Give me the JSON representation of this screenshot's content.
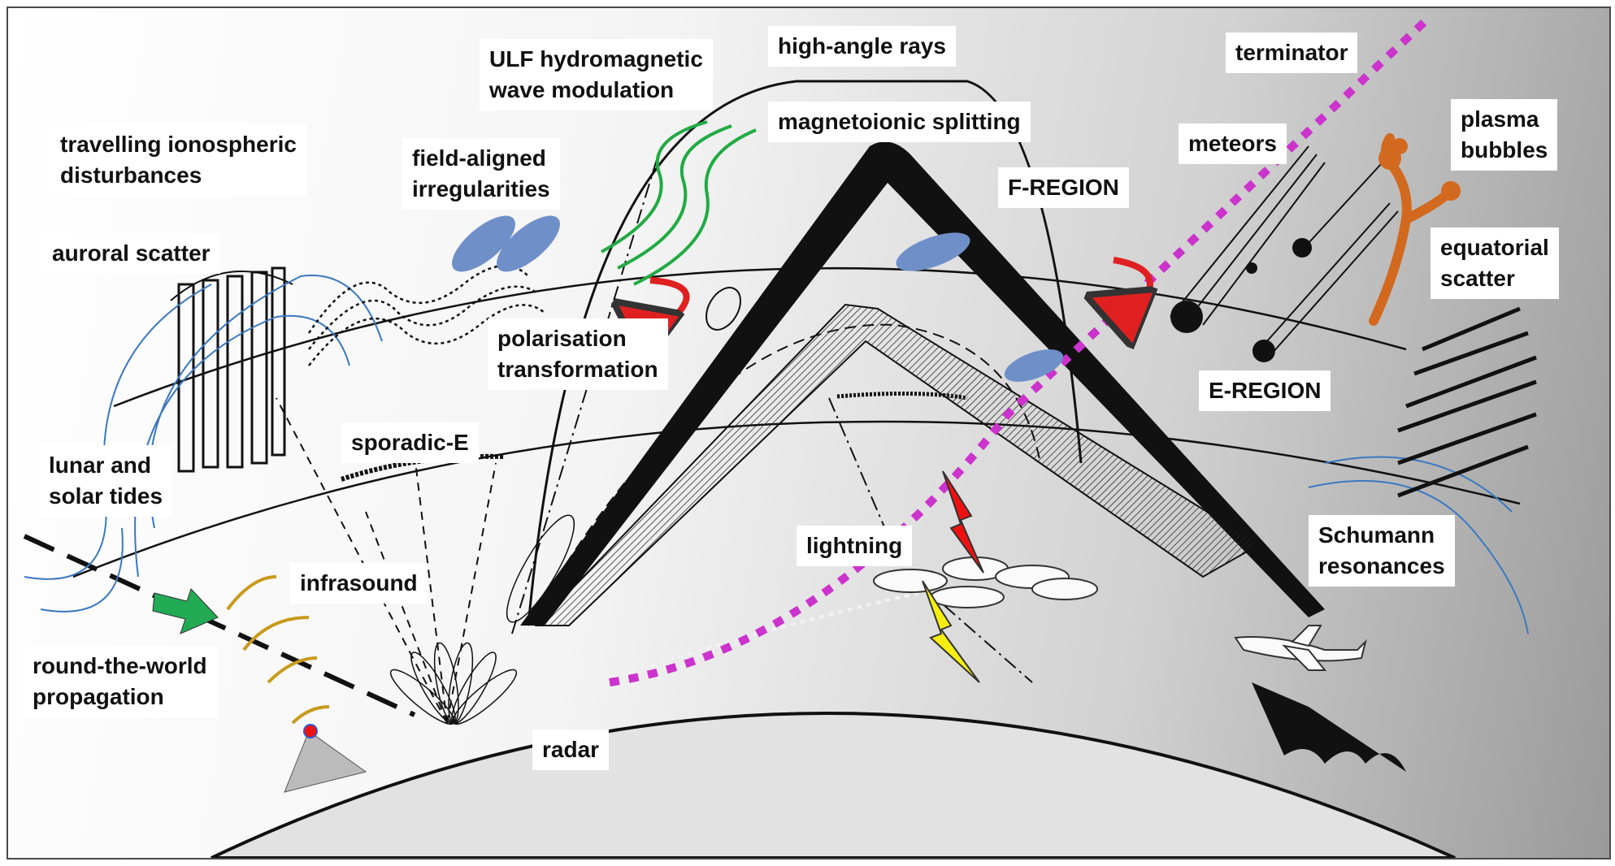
{
  "labels": {
    "travelling": "travelling ionospheric\ndisturbances",
    "field_aligned": "field-aligned\nirregularities",
    "ulf": "ULF hydromagnetic\nwave modulation",
    "high_angle": "high-angle rays",
    "magnetoionic": "magnetoionic splitting",
    "terminator": "terminator",
    "meteors": "meteors",
    "plasma_bubbles": "plasma\nbubbles",
    "f_region": "F-REGION",
    "equatorial": "equatorial\nscatter",
    "auroral": "auroral scatter",
    "polarisation": "polarisation\ntransformation",
    "e_region": "E-REGION",
    "sporadic_e": "sporadic-E",
    "lunar": "lunar and\nsolar tides",
    "lightning": "lightning",
    "schumann": "Schumann\nresonances",
    "infrasound": "infrasound",
    "round_world": "round-the-world\npropagation",
    "radar": "radar"
  },
  "colors": {
    "terminator": "#cc33cc",
    "field_lines": "#3a78c0",
    "ulf_waves": "#22aa44",
    "irregularities": "#6f8fc8",
    "plasma_bubbles": "#d2691e",
    "polarisation_arrow": "#e02020",
    "lightning_red": "#ee1111",
    "lightning_yellow": "#f5ee10",
    "infrasound_arcs": "#c89a1a",
    "propagation_arrow": "#22aa55"
  }
}
